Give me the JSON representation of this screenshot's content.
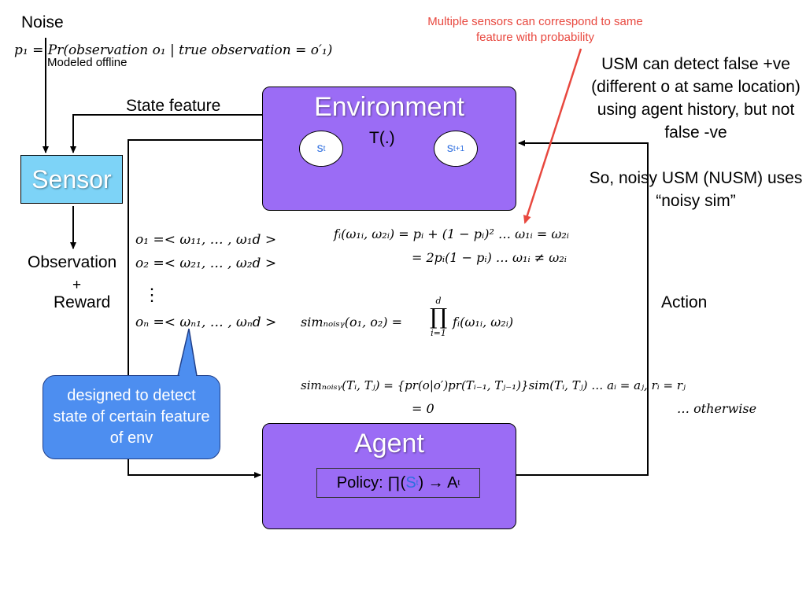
{
  "noise_label": "Noise",
  "noise_formula": "p₁ = Pr(observation o₁ | true observation = o′₁)",
  "modeled_offline": "Modeled offline",
  "state_feature_label": "State feature",
  "sensor_label": "Sensor",
  "observation_label": "Observation",
  "plus_label": "+",
  "reward_label": "Reward",
  "action_label": "Action",
  "environment": {
    "title": "Environment",
    "transition": "T(.)",
    "state_t": "s",
    "state_t_sub": "t",
    "state_next": "s",
    "state_next_sub": "t+1"
  },
  "agent": {
    "title": "Agent",
    "policy_prefix": "Policy: ∏(",
    "policy_state": "S",
    "policy_state_sub": "t",
    "policy_suffix": ") → A",
    "policy_action_sub": "t"
  },
  "observations": {
    "o1": "o₁ =< ω₁₁, … , ω₁d >",
    "o2": "o₂ =< ω₂₁, … , ω₂d >",
    "vdots": "⋮",
    "on": "oₙ =< ωₙ₁, … , ωₙd >"
  },
  "equations": {
    "f_line1": "fᵢ(ω₁ᵢ, ω₂ᵢ) = pᵢ + (1 − pᵢ)² … ω₁ᵢ = ω₂ᵢ",
    "f_line2": "= 2pᵢ(1 − pᵢ) … ω₁ᵢ ≠ ω₂ᵢ",
    "sim_lhs": "simₙₒᵢₛᵧ(o₁, o₂) =",
    "prod_top": "d",
    "prod_symbol": "∏",
    "prod_bottom": "i=1",
    "sim_rhs": "fᵢ(ω₁ᵢ, ω₂ᵢ)",
    "simT_line1": "simₙₒᵢₛᵧ(Tᵢ, Tⱼ) = {pr(o|o′)pr(Tᵢ₋₁, Tⱼ₋₁)}sim(Tᵢ, Tⱼ) … aᵢ = aⱼ, rᵢ = rⱼ",
    "simT_line2": "= 0",
    "otherwise": "… otherwise"
  },
  "red_note": "Multiple sensors can correspond to same feature with probability",
  "usm_note": "USM can detect false +ve (different o at same location) using agent history, but not false -ve",
  "nusm_note": "So, noisy USM (NUSM) uses “noisy sim”",
  "callout": "designed to detect state of certain feature of env",
  "colors": {
    "box_purple": "#9b6cf5",
    "sensor_blue": "#7dd3f7",
    "callout_blue": "#4d8ef0",
    "red": "#e8483f",
    "state_text": "#2f6fe0"
  }
}
